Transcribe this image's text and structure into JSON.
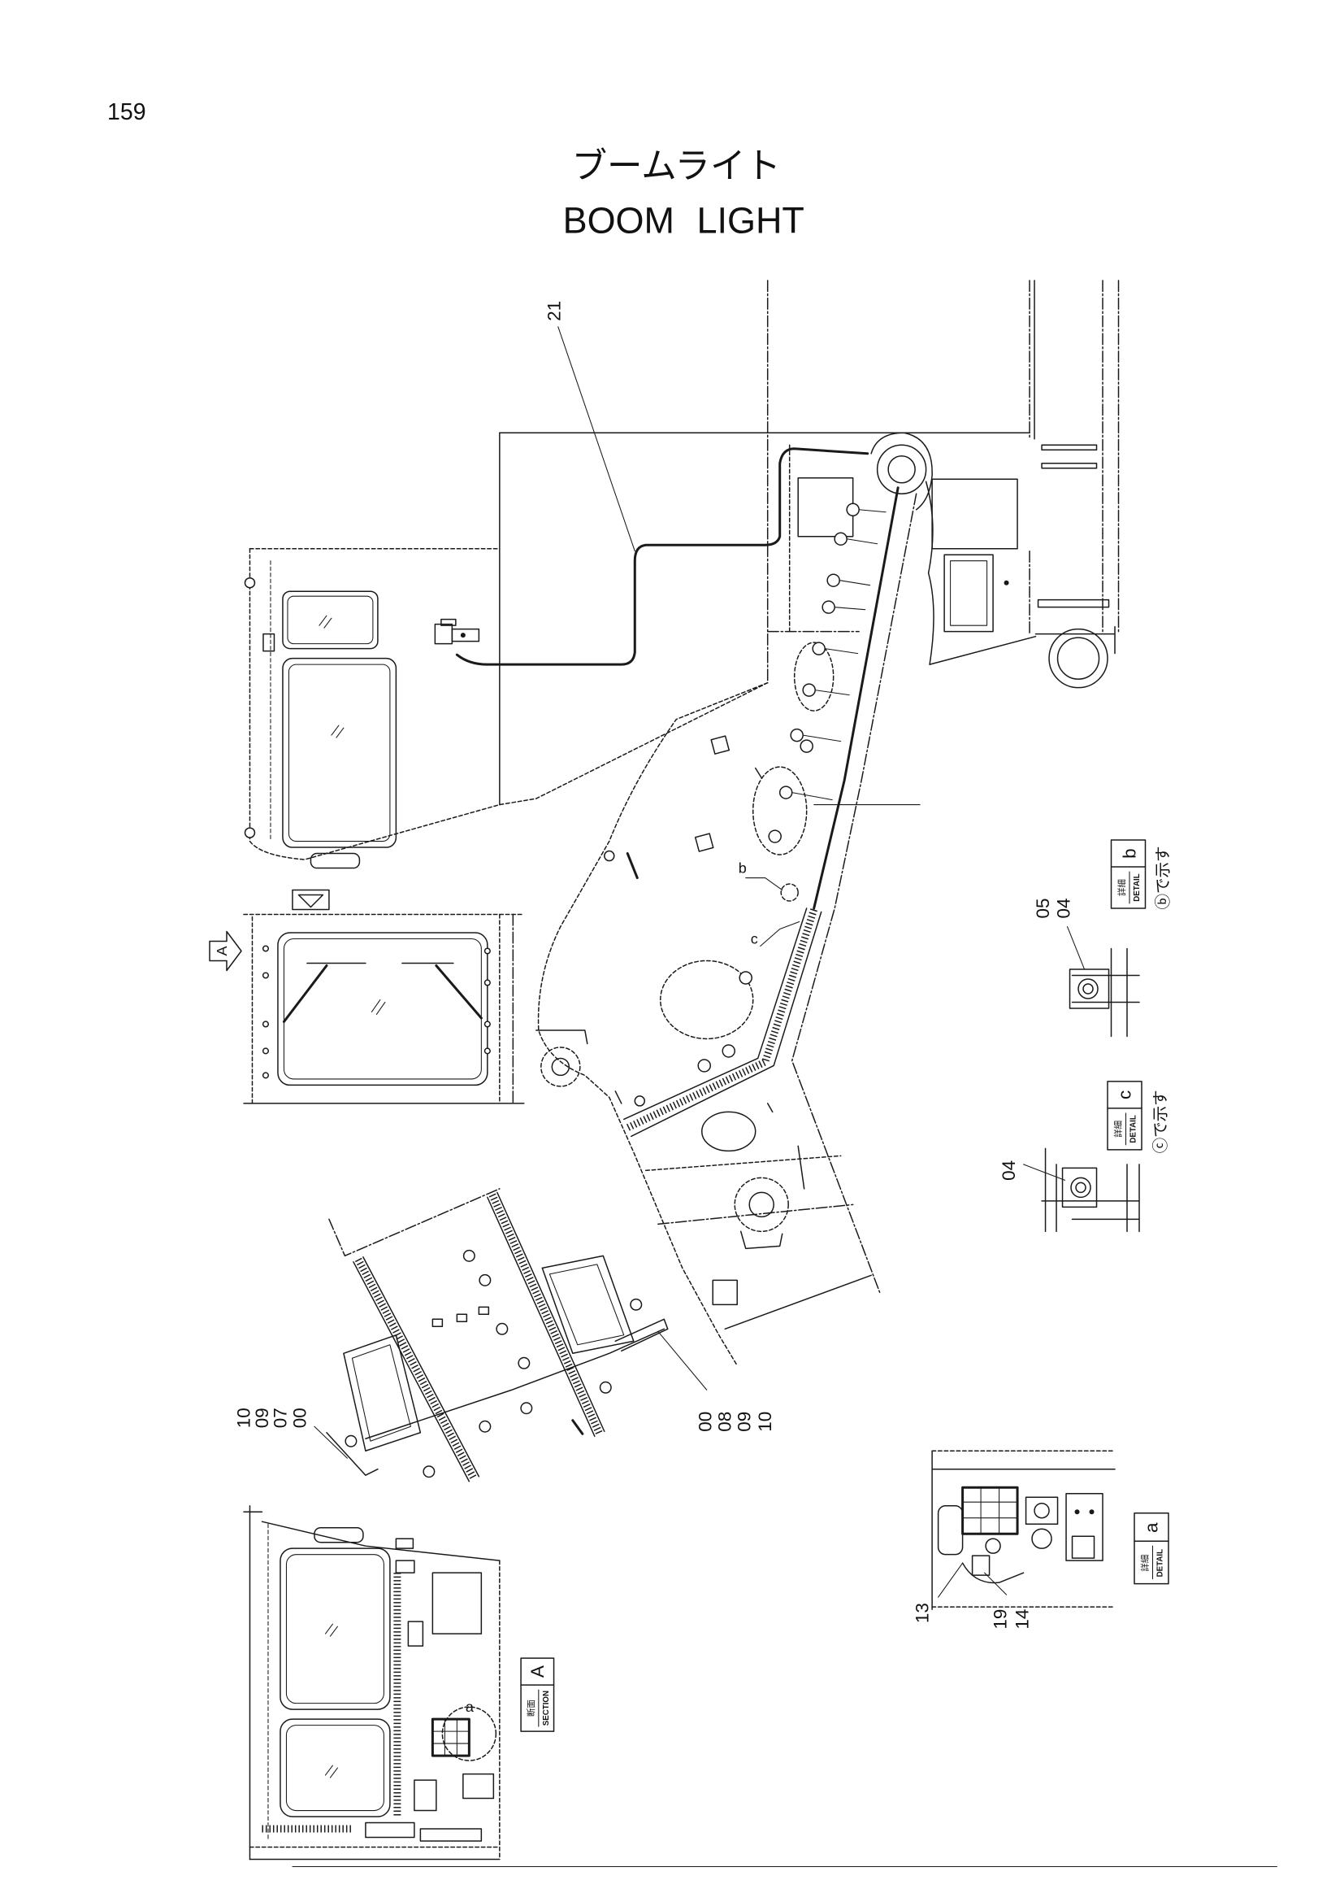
{
  "page_number": "159",
  "title": {
    "jp": "ブームライト",
    "en": "BOOM LIGHT"
  },
  "callouts": {
    "wire_21": "21",
    "detail_b": [
      "05",
      "04"
    ],
    "detail_c": [
      "04"
    ],
    "left_group": [
      "10",
      "09",
      "07",
      "00"
    ],
    "center_group": [
      "00",
      "08",
      "09",
      "10"
    ],
    "detail_a_left": [
      "13"
    ],
    "detail_a_right": [
      "19",
      "14"
    ]
  },
  "view_labels": {
    "detail_b": {
      "jp": "詳細",
      "en": "DETAIL",
      "letter": "b",
      "note": "ⓑで示す"
    },
    "detail_c": {
      "jp": "詳細",
      "en": "DETAIL",
      "letter": "c",
      "note": "ⓒで示す"
    },
    "section_a": {
      "jp": "断面",
      "en": "SECTION",
      "letter": "A"
    },
    "detail_a": {
      "jp": "詳細",
      "en": "DETAIL",
      "letter": "a"
    }
  },
  "markers": {
    "view_arrow": "A",
    "circle_a": "a",
    "circle_b": "b",
    "circle_c": "c"
  }
}
